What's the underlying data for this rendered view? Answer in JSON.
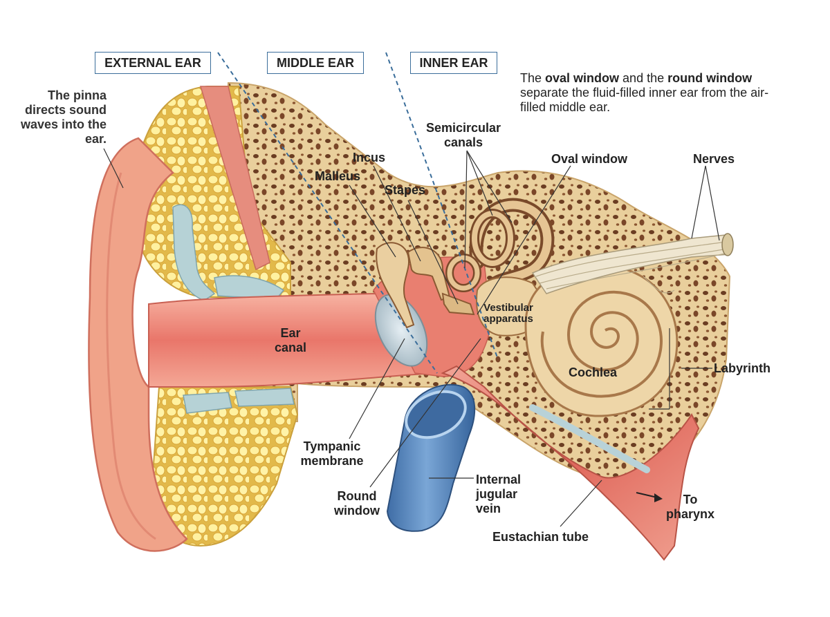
{
  "sections": {
    "external": "EXTERNAL EAR",
    "middle": "MIDDLE EAR",
    "inner": "INNER EAR"
  },
  "pinna_note": {
    "pre": "The ",
    "bold": "pinna",
    "post": " directs sound waves into the ear."
  },
  "window_note": {
    "pre": "The ",
    "bold1": "oval window",
    "mid": " and the ",
    "bold2": "round window",
    "post": " separate the fluid-filled inner ear from the air-filled middle ear."
  },
  "labels": {
    "semicircular": "Semicircular canals",
    "incus": "Incus",
    "malleus": "Malleus",
    "stapes": "Stapes",
    "oval_window": "Oval window",
    "nerves": "Nerves",
    "vestibular": "Vestibular apparatus",
    "ear_canal": "Ear canal",
    "cochlea": "Cochlea",
    "labyrinth": "Labyrinth",
    "tympanic": "Tympanic membrane",
    "round_window": "Round window",
    "jugular": "Internal jugular vein",
    "to_pharynx": "To pharynx",
    "eustachian": "Eustachian tube"
  }
}
